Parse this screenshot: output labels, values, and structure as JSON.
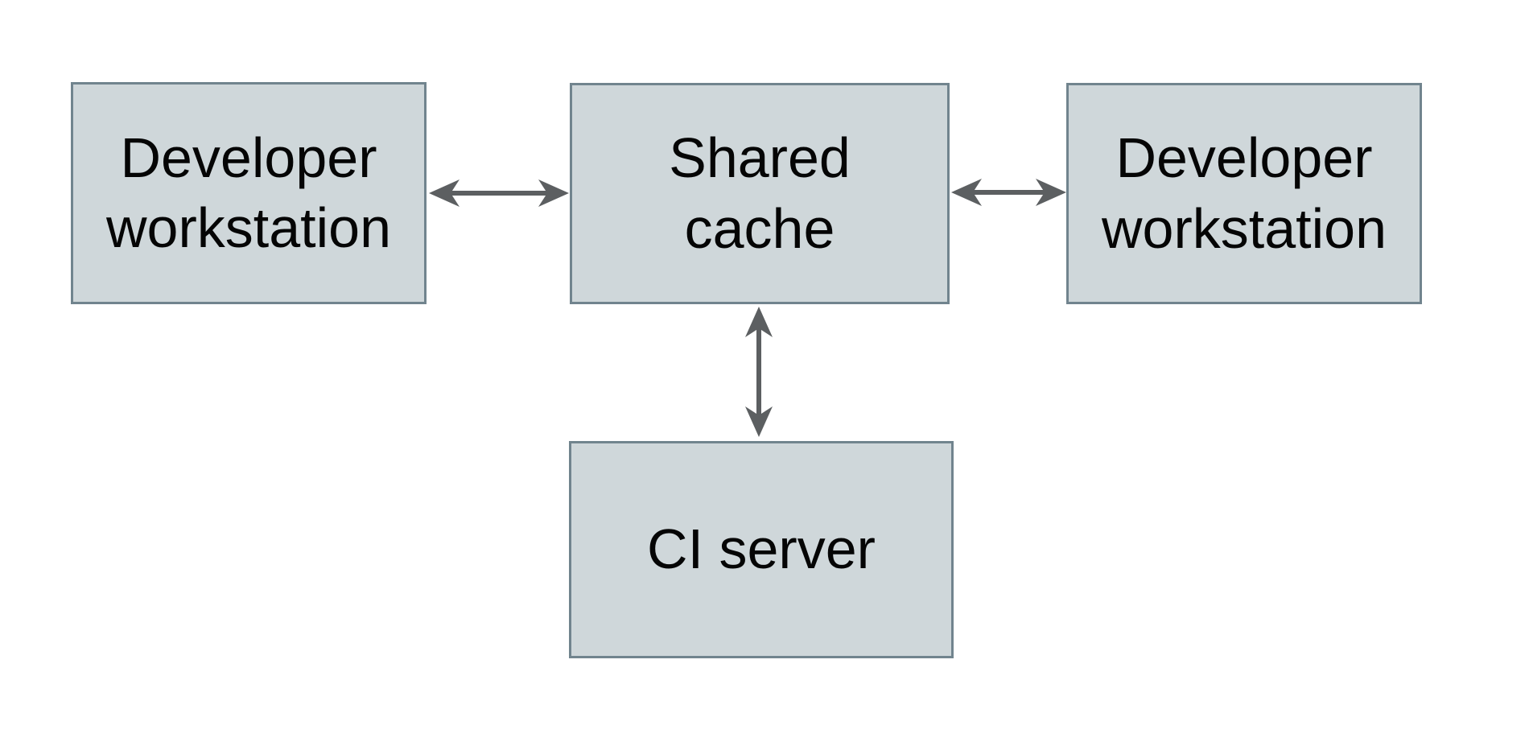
{
  "diagram": {
    "background_color": "#ffffff",
    "node_fill_color": "#cfd7da",
    "node_border_color": "#71848e",
    "node_text_color": "#050505",
    "arrow_color": "#5c5f61",
    "nodes": [
      {
        "id": "developer-workstation-left",
        "label": "Developer\nworkstation"
      },
      {
        "id": "shared-cache",
        "label": "Shared\ncache"
      },
      {
        "id": "developer-workstation-right",
        "label": "Developer\nworkstation"
      },
      {
        "id": "ci-server",
        "label": "CI server"
      }
    ],
    "edges": [
      {
        "from": "developer-workstation-left",
        "to": "shared-cache",
        "direction": "bidirectional"
      },
      {
        "from": "developer-workstation-right",
        "to": "shared-cache",
        "direction": "bidirectional"
      },
      {
        "from": "ci-server",
        "to": "shared-cache",
        "direction": "bidirectional"
      }
    ]
  }
}
